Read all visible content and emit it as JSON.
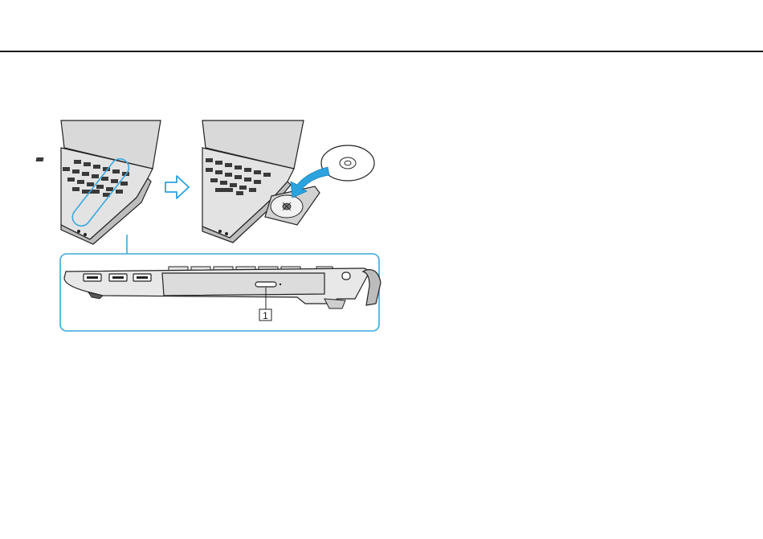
{
  "manual": {
    "callouts": [
      {
        "number": "1",
        "target": "disc-drive-eject-button"
      }
    ],
    "colors": {
      "callout_frame": "#3aa8dd",
      "arrow_fill": "#2aa3df",
      "outline": "#222222",
      "body_gray": "#cfcfcf"
    },
    "icons": [
      "laptop-illustration",
      "hollow-right-arrow-icon",
      "cd-disc-icon",
      "curved-insert-arrow-icon"
    ]
  }
}
